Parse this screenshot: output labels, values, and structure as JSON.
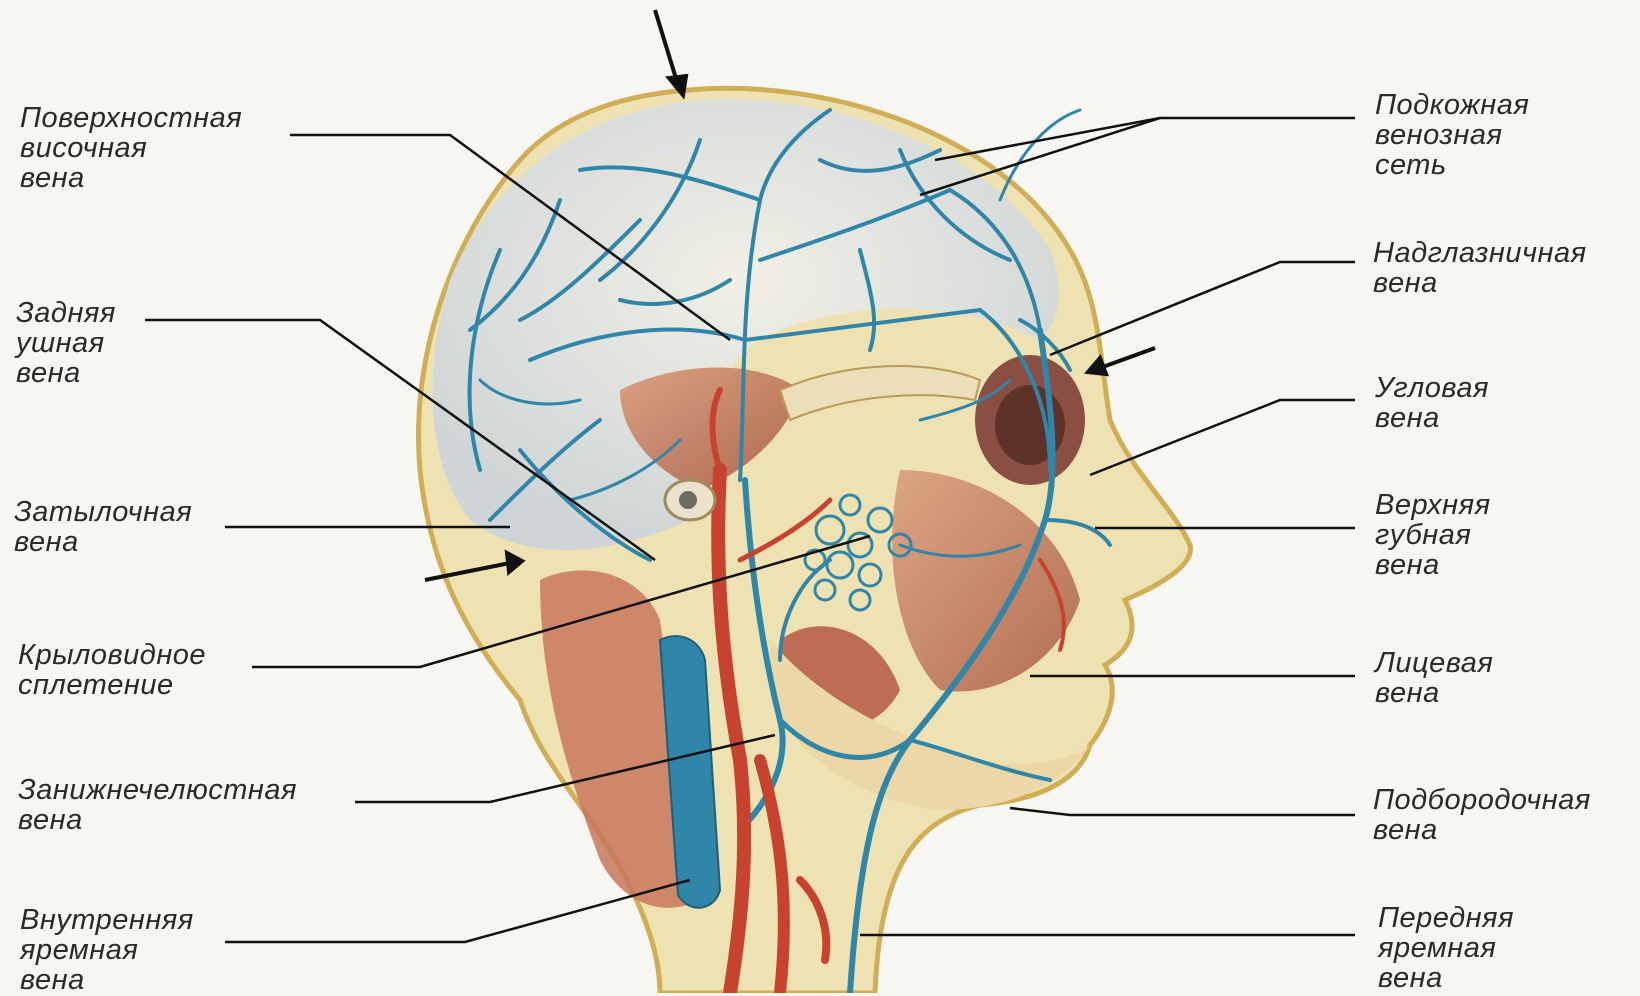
{
  "labels_left": [
    {
      "id": "superficial-temporal-vein",
      "lines": [
        "Поверхностная",
        "височная",
        "вена"
      ]
    },
    {
      "id": "posterior-auricular-vein",
      "lines": [
        "Задняя",
        "ушная",
        "вена"
      ]
    },
    {
      "id": "occipital-vein",
      "lines": [
        "Затылочная",
        "вена"
      ]
    },
    {
      "id": "pterygoid-plexus",
      "lines": [
        "Крыловидное",
        "сплетение"
      ]
    },
    {
      "id": "retromandibular-vein",
      "lines": [
        "Занижнечелюстная",
        "вена"
      ]
    },
    {
      "id": "internal-jugular-vein",
      "lines": [
        "Внутренняя",
        "яремная",
        "вена"
      ]
    }
  ],
  "labels_right": [
    {
      "id": "subcutaneous-venous-network",
      "lines": [
        "Подкожная",
        "венозная",
        "сеть"
      ]
    },
    {
      "id": "supraorbital-vein",
      "lines": [
        "Надглазничная",
        "вена"
      ]
    },
    {
      "id": "angular-vein",
      "lines": [
        "Угловая",
        "вена"
      ]
    },
    {
      "id": "superior-labial-vein",
      "lines": [
        "Верхняя",
        "губная",
        "вена"
      ]
    },
    {
      "id": "facial-vein",
      "lines": [
        "Лицевая",
        "вена"
      ]
    },
    {
      "id": "submental-vein",
      "lines": [
        "Подбородочная",
        "вена"
      ]
    },
    {
      "id": "anterior-jugular-vein",
      "lines": [
        "Передняя",
        "яремная",
        "вена"
      ]
    }
  ],
  "colors": {
    "vein": "#2f86a8",
    "artery": "#c8432f",
    "muscle": "#c47a5f",
    "skin": "#efe2b2",
    "scalp": "#e3e6e3",
    "leader": "#111111",
    "background": "#f7f6f2"
  }
}
